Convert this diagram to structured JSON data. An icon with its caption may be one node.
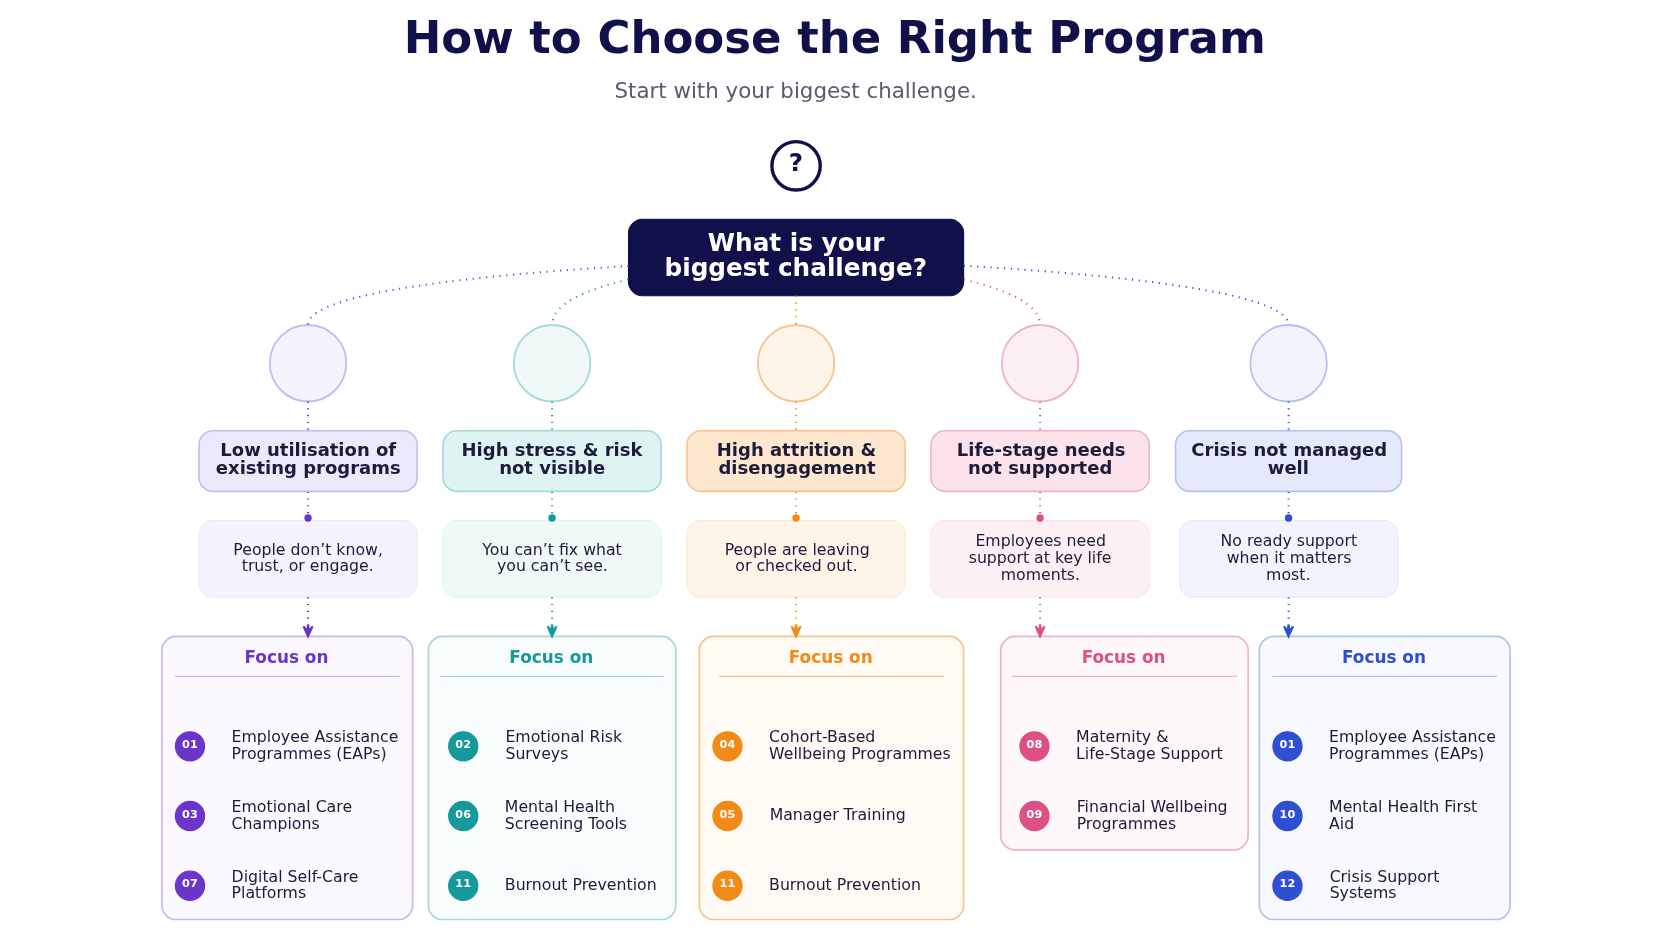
{
  "diagram": {
    "title": "How to Choose the Right Program",
    "nodes": [
      {
        "text": [
          "?"
        ]
      },
      {
        "text": [
          "What is your biggest challenge?"
        ]
      },
      {
        "text": [],
        "shape": "circle"
      },
      {
        "text": [
          "Low utilisation of existing programs"
        ]
      },
      {
        "text": [
          "People don’t know, trust, or engage."
        ]
      },
      {
        "text": [
          "Focus on"
        ]
      },
      {
        "text": [
          "01"
        ],
        "in": 5,
        "beside": [
          "Employee Assistance Programmes (EAPs)"
        ]
      },
      {
        "text": [
          "03"
        ],
        "in": 5,
        "beside": [
          "Emotional Care Champions"
        ]
      },
      {
        "text": [
          "07"
        ],
        "in": 5,
        "beside": [
          "Digital Self-Care Platforms"
        ]
      },
      {
        "text": [],
        "shape": "circle"
      },
      {
        "text": [
          "High stress & risk not visible"
        ]
      },
      {
        "text": [
          "You can’t fix what you can’t see."
        ]
      },
      {
        "text": [
          "Focus on"
        ]
      },
      {
        "text": [
          "02"
        ],
        "in": 12,
        "beside": [
          "Emotional Risk Surveys"
        ]
      },
      {
        "text": [
          "06"
        ],
        "in": 12,
        "beside": [
          "Mental Health Screening Tools"
        ]
      },
      {
        "text": [
          "11"
        ],
        "in": 12,
        "beside": [
          "Burnout Prevention"
        ]
      },
      {
        "text": [],
        "shape": "circle"
      },
      {
        "text": [
          "High attrition & disengagement"
        ]
      },
      {
        "text": [
          "People are leaving or checked out."
        ]
      },
      {
        "text": [
          "Focus on"
        ]
      },
      {
        "text": [
          "04"
        ],
        "in": 19,
        "beside": [
          "Cohort-Based Wellbeing Programmes"
        ]
      },
      {
        "text": [
          "05"
        ],
        "in": 19,
        "beside": [
          "Manager Training"
        ]
      },
      {
        "text": [
          "11"
        ],
        "in": 19,
        "beside": [
          "Burnout Prevention"
        ]
      },
      {
        "text": [],
        "shape": "circle"
      },
      {
        "text": [
          "Life-stage needs not supported"
        ]
      },
      {
        "text": [
          "Employees need support at key life moments."
        ]
      },
      {
        "text": [
          "Focus on"
        ]
      },
      {
        "text": [
          "08"
        ],
        "in": 26,
        "beside": [
          "Maternity & Life-Stage Support"
        ]
      },
      {
        "text": [
          "09"
        ],
        "in": 26,
        "beside": [
          "Financial Wellbeing Programmes"
        ]
      },
      {
        "text": [],
        "shape": "circle"
      },
      {
        "text": [
          "Crisis not managed well"
        ]
      },
      {
        "text": [
          "No ready support when it matters most."
        ]
      },
      {
        "text": [
          "Focus on"
        ]
      },
      {
        "text": [
          "01"
        ],
        "in": 32,
        "beside": [
          "Employee Assistance Programmes (EAPs)"
        ]
      },
      {
        "text": [
          "10"
        ],
        "in": 32,
        "beside": [
          "Mental Health First Aid"
        ]
      },
      {
        "text": [
          "12"
        ],
        "in": 32,
        "beside": [
          "Crisis Support Systems"
        ]
      }
    ],
    "edges": [
      {
        "from": 1,
        "to": 2,
        "arrow": "none",
        "color": "#6b35c9"
      },
      {
        "from": 2,
        "to": 3,
        "arrow": "none",
        "color": "#6b35c9"
      },
      {
        "from": 3,
        "to": 4,
        "arrow": "other",
        "color": "#6b35c9"
      },
      {
        "from": 4,
        "to": 5,
        "arrow": "to",
        "color": "#6b35c9"
      },
      {
        "from": 1,
        "to": 9,
        "arrow": "none",
        "color": "#16999a"
      },
      {
        "from": 9,
        "to": 10,
        "arrow": "none",
        "color": "#16999a"
      },
      {
        "from": 10,
        "to": 11,
        "arrow": "other",
        "color": "#16999a"
      },
      {
        "from": 11,
        "to": 12,
        "arrow": "to",
        "color": "#16999a"
      },
      {
        "from": 1,
        "to": 16,
        "arrow": "none",
        "color": "#f28a17"
      },
      {
        "from": 16,
        "to": 17,
        "arrow": "none",
        "color": "#f28a17"
      },
      {
        "from": 17,
        "to": 18,
        "arrow": "other",
        "color": "#f28a17"
      },
      {
        "from": 18,
        "to": 19,
        "arrow": "to",
        "color": "#f28a17"
      },
      {
        "from": 1,
        "to": 23,
        "arrow": "none",
        "color": "#de4f85"
      },
      {
        "from": 23,
        "to": 24,
        "arrow": "none",
        "color": "#de4f85"
      },
      {
        "from": 24,
        "to": 25,
        "arrow": "other",
        "color": "#de4f85"
      },
      {
        "from": 25,
        "to": 26,
        "arrow": "to",
        "color": "#de4f85"
      },
      {
        "from": 1,
        "to": 29,
        "arrow": "none",
        "color": "#2e4fd1"
      },
      {
        "from": 29,
        "to": 30,
        "arrow": "none",
        "color": "#2e4fd1"
      },
      {
        "from": 30,
        "to": 31,
        "arrow": "other",
        "color": "#2e4fd1"
      },
      {
        "from": 31,
        "to": 32,
        "arrow": "to",
        "color": "#2e4fd1"
      }
    ],
    "labels": [
      "Start with your biggest challenge."
    ]
  }
}
